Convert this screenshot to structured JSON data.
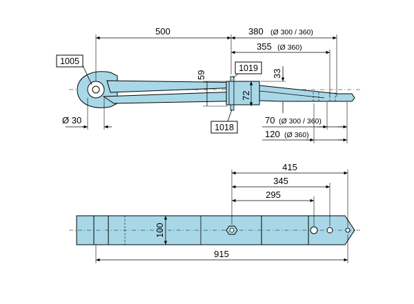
{
  "colors": {
    "part_fill": "#a8d8e8",
    "outline": "#000000",
    "background": "#ffffff"
  },
  "side_view": {
    "dims": {
      "d500": "500",
      "d380": "380",
      "d380_note": "(Ø 300 / 360)",
      "d355": "355",
      "d355_note": "(Ø 360)",
      "d59": "59",
      "d33": "33",
      "d72": "72",
      "d30": "Ø 30",
      "d70": "70",
      "d70_note": "(Ø 300 / 360)",
      "d120": "120",
      "d120_note": "(Ø 360)"
    },
    "parts": {
      "p1005": "1005",
      "p1019": "1019",
      "p1018": "1018"
    }
  },
  "top_view": {
    "dims": {
      "d415": "415",
      "d345": "345",
      "d295": "295",
      "d100": "100",
      "d915": "915"
    }
  }
}
